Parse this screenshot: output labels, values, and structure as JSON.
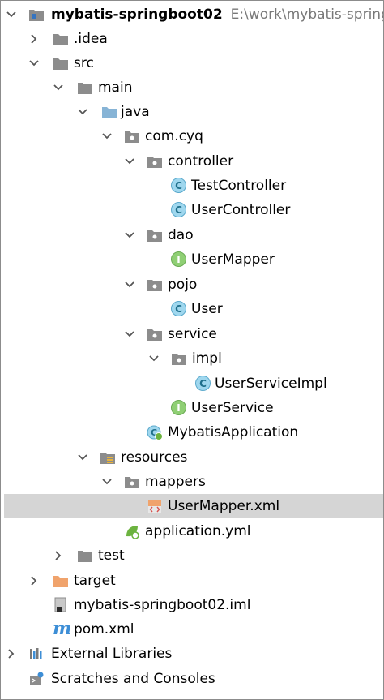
{
  "tree": {
    "root": {
      "name": "mybatis-springboot02",
      "path": "E:\\work\\mybatis-springb"
    },
    "idea": ".idea",
    "src": "src",
    "main": "main",
    "java": "java",
    "package": "com.cyq",
    "controller": "controller",
    "test_controller": "TestController",
    "user_controller": "UserController",
    "dao": "dao",
    "user_mapper": "UserMapper",
    "pojo": "pojo",
    "user": "User",
    "service": "service",
    "impl": "impl",
    "user_service_impl": "UserServiceImpl",
    "user_service": "UserService",
    "mybatis_application": "MybatisApplication",
    "resources": "resources",
    "mappers": "mappers",
    "user_mapper_xml": "UserMapper.xml",
    "application_yml": "application.yml",
    "test": "test",
    "target": "target",
    "iml": "mybatis-springboot02.iml",
    "pom": "pom.xml",
    "external_libraries": "External Libraries",
    "scratches": "Scratches and Consoles"
  },
  "icons": {
    "class_letter": "C",
    "interface_letter": "I",
    "maven_letter": "m"
  },
  "colors": {
    "folder": "#8c8c8c",
    "source_folder": "#87b4d6",
    "excluded_folder": "#f0a36c",
    "selection": "#d5d5d5",
    "class": "#9fd7ee",
    "interface": "#8fcf74"
  }
}
